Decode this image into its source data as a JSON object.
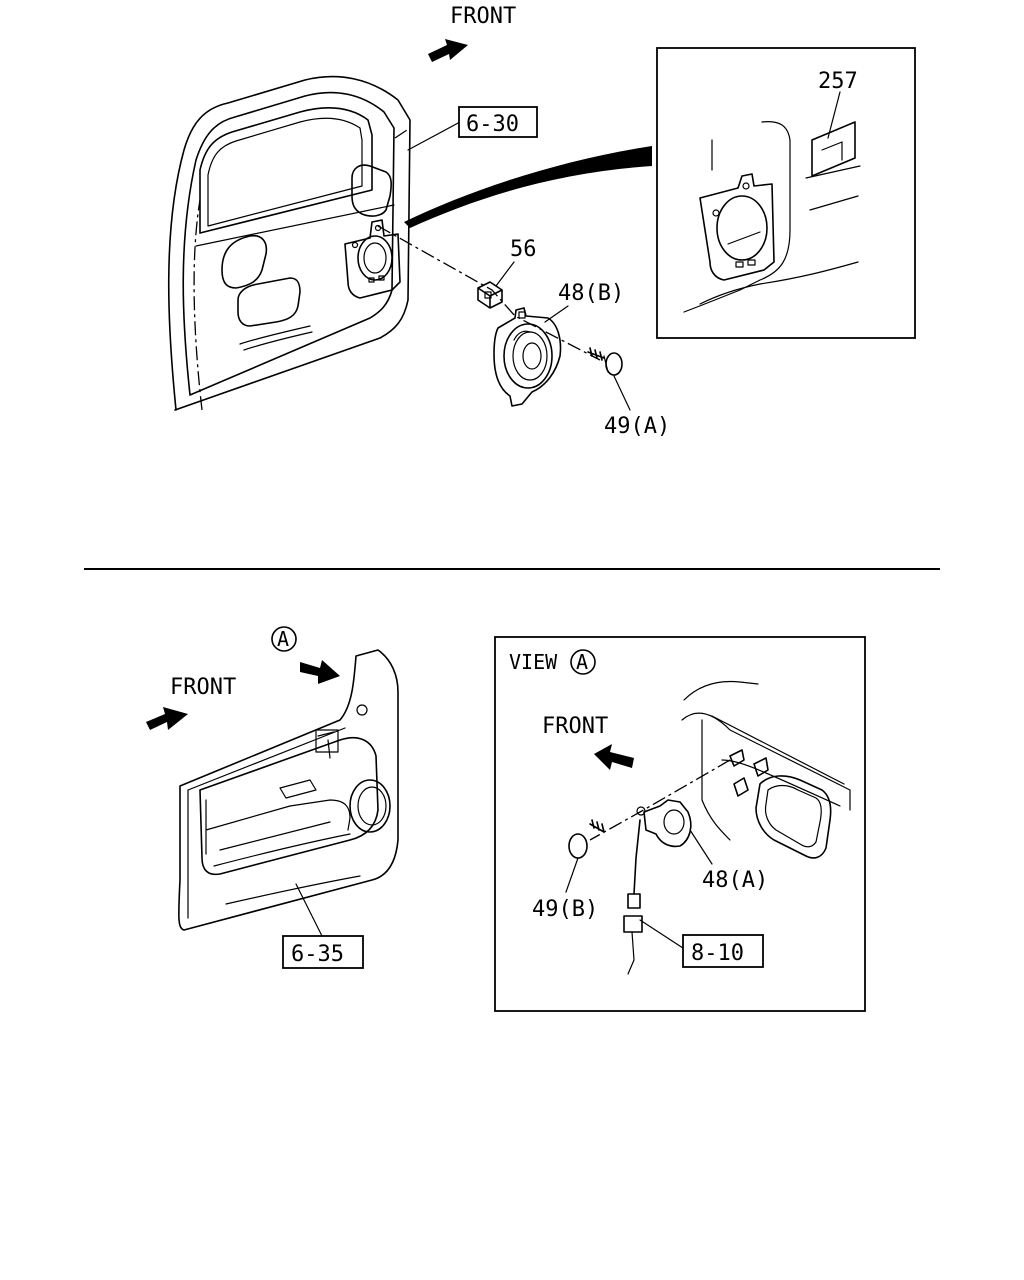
{
  "top": {
    "front_label": "FRONT",
    "ref_door": "6-30",
    "inset_part": "257",
    "part_clip": "56",
    "part_speaker": "48(B)",
    "part_screw": "49(A)"
  },
  "bottom": {
    "view_marker": "A",
    "front_label": "FRONT",
    "ref_trim": "6-35",
    "view_title": "VIEW",
    "view_title_marker": "A",
    "view_front_label": "FRONT",
    "part_tweeter": "48(A)",
    "part_screw": "49(B)",
    "ref_harness": "8-10"
  }
}
